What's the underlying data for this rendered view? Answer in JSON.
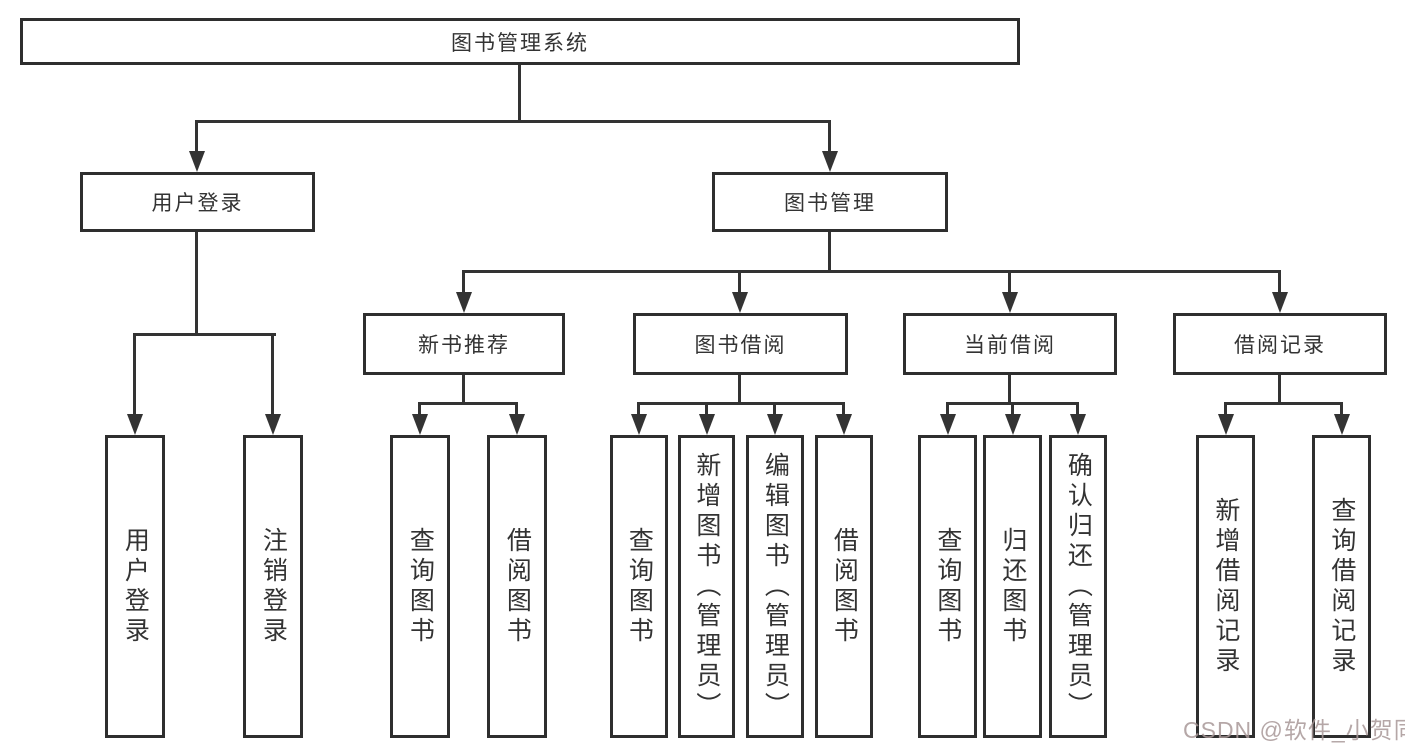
{
  "page": {
    "background": "#ffffff"
  },
  "diagram": {
    "type": "tree",
    "colors": {
      "line": "#333333",
      "box_border": "#2e2e2e",
      "text": "#333333",
      "watermark": "#a89898"
    },
    "root": {
      "label": "图书管理系统"
    },
    "branches": [
      {
        "label": "用户登录",
        "children": [
          {
            "label": "用户登录"
          },
          {
            "label": "注销登录"
          }
        ]
      },
      {
        "label": "图书管理",
        "children": [
          {
            "label": "新书推荐",
            "children": [
              {
                "label": "查询图书"
              },
              {
                "label": "借阅图书"
              }
            ]
          },
          {
            "label": "图书借阅",
            "children": [
              {
                "label": "查询图书"
              },
              {
                "label": "新增图书（管理员）"
              },
              {
                "label": "编辑图书（管理员）"
              },
              {
                "label": "借阅图书"
              }
            ]
          },
          {
            "label": "当前借阅",
            "children": [
              {
                "label": "查询图书"
              },
              {
                "label": "归还图书"
              },
              {
                "label": "确认归还（管理员）"
              }
            ]
          },
          {
            "label": "借阅记录",
            "children": [
              {
                "label": "新增借阅记录"
              },
              {
                "label": "查询借阅记录"
              }
            ]
          }
        ]
      }
    ]
  },
  "watermark": {
    "text": "CSDN @软件_小贺同学"
  }
}
